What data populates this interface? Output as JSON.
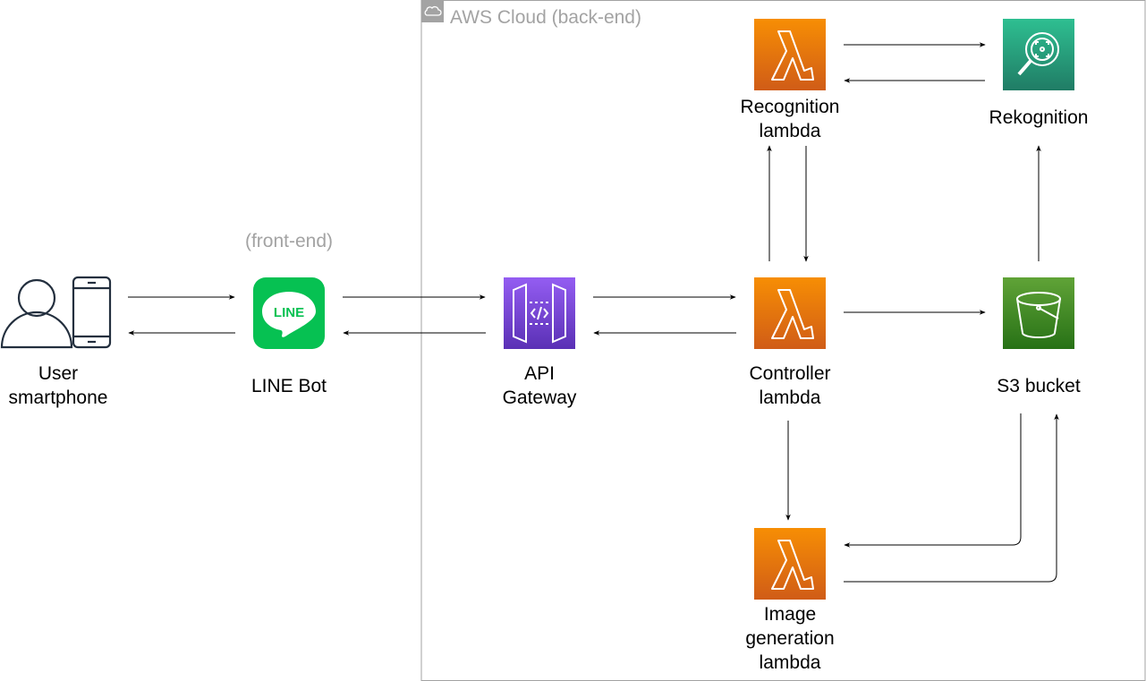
{
  "cloud_group": {
    "title": "AWS Cloud (back-end)"
  },
  "frontend_caption": "(front-end)",
  "nodes": {
    "user": {
      "line1": "User",
      "line2": "smartphone"
    },
    "line_bot": {
      "label": "LINE Bot",
      "logo_text": "LINE"
    },
    "api_gateway": {
      "line1": "API",
      "line2": "Gateway"
    },
    "controller": {
      "line1": "Controller",
      "line2": "lambda"
    },
    "recognition": {
      "line1": "Recognition",
      "line2": "lambda"
    },
    "rekognition": {
      "label": "Rekognition"
    },
    "s3": {
      "label": "S3 bucket"
    },
    "image_gen": {
      "line1": "Image",
      "line2": "generation",
      "line3": "lambda"
    }
  },
  "colors": {
    "lambda_orange_top": "#f78e04",
    "lambda_orange_bottom": "#d05c17",
    "apigw_purple_top": "#945df2",
    "apigw_purple_bottom": "#5a30b5",
    "rekognition_teal_top": "#2ebf91",
    "rekognition_teal_bottom": "#207c65",
    "s3_green_top": "#60a337",
    "s3_green_bottom": "#277116",
    "line_green": "#06c152",
    "group_border": "#a3a3a3",
    "arrow": "#000000"
  }
}
